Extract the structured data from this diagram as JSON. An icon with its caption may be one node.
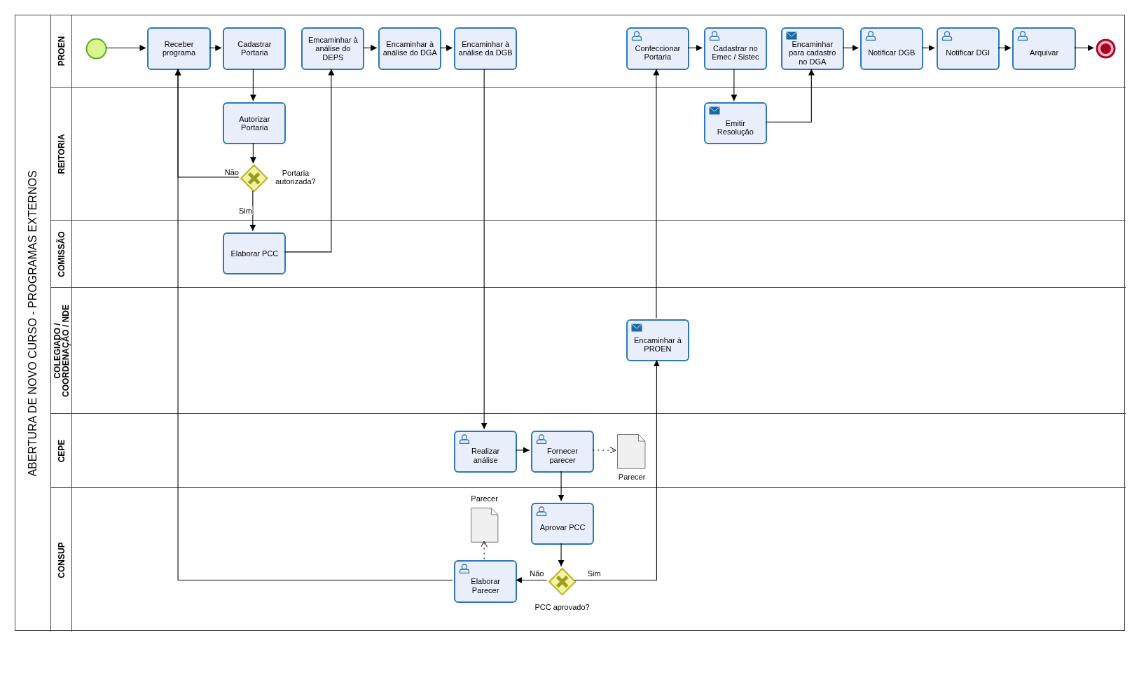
{
  "diagram": {
    "nodes": [
      {
        "text": [
          "ABERTURA DE NOVO CURSO - PROGRAMAS EXTERNOS"
        ]
      },
      {
        "text": [
          "PROEN"
        ],
        "in": 0
      },
      {
        "text": [
          "REITORIA"
        ],
        "in": 0
      },
      {
        "text": [
          "COMISSÃO"
        ],
        "in": 0
      },
      {
        "text": [
          "COLEGIADO / COORDENAÇÃO / NDE"
        ],
        "in": 0
      },
      {
        "text": [
          "CEPE"
        ],
        "in": 0
      },
      {
        "text": [
          "CONSUP"
        ],
        "in": 0
      },
      {
        "text": [],
        "shape": "circle",
        "in": 1
      },
      {
        "text": [
          "Receber programa"
        ],
        "in": 1
      },
      {
        "text": [
          "Cadastrar Portaria"
        ],
        "in": 1
      },
      {
        "text": [
          "Emcaminhar à análise do DEPS"
        ],
        "in": 1
      },
      {
        "text": [
          "Encaminhar à análise do DGA"
        ],
        "in": 1
      },
      {
        "text": [
          "Encaminhar à análise da DGB"
        ],
        "in": 1
      },
      {
        "text": [
          "Confeccionar Portaria"
        ],
        "in": 1
      },
      {
        "text": [
          "Cadastrar no Emec / Sistec"
        ],
        "in": 1
      },
      {
        "text": [
          "Encaminhar para cadastro no DGA"
        ],
        "in": 1
      },
      {
        "text": [
          "Notificar DGB"
        ],
        "in": 1
      },
      {
        "text": [
          "Notificar DGI"
        ],
        "in": 1
      },
      {
        "text": [
          "Arquivar"
        ],
        "in": 1
      },
      {
        "text": [],
        "shape": "circle",
        "in": 1
      },
      {
        "text": [
          "Autorizar Portaria"
        ],
        "in": 2
      },
      {
        "text": [],
        "shape": "diamond",
        "beside": [
          "Portaria autorizada?"
        ],
        "in": 2
      },
      {
        "text": [
          "Emitir Resolução"
        ],
        "in": 2
      },
      {
        "text": [
          "Elaborar PCC"
        ],
        "in": 3
      },
      {
        "text": [
          "Encaminhar à PROEN"
        ],
        "in": 4
      },
      {
        "text": [
          "Realizar análise"
        ],
        "in": 5
      },
      {
        "text": [
          "Fornecer parecer"
        ],
        "in": 5
      },
      {
        "text": [],
        "shape": "document",
        "beside": [
          "Parecer"
        ],
        "in": 5
      },
      {
        "text": [
          "Aprovar PCC"
        ],
        "in": 6
      },
      {
        "text": [],
        "shape": "diamond",
        "beside": [
          "PCC aprovado?"
        ],
        "in": 6
      },
      {
        "text": [
          "Elaborar Parecer"
        ],
        "in": 6
      },
      {
        "text": [],
        "shape": "document",
        "beside": [
          "Parecer"
        ],
        "in": 6
      }
    ],
    "edges": [
      {
        "from": 7,
        "to": 8,
        "arrow": "to"
      },
      {
        "from": 8,
        "to": 9,
        "arrow": "to"
      },
      {
        "from": 9,
        "to": 20,
        "arrow": "to"
      },
      {
        "from": 20,
        "to": 21,
        "arrow": "to"
      },
      {
        "from": 21,
        "to": 8,
        "arrow": "to",
        "label": "Não"
      },
      {
        "from": 21,
        "to": 23,
        "arrow": "to",
        "label": "Sim"
      },
      {
        "from": 23,
        "to": 10,
        "arrow": "to"
      },
      {
        "from": 10,
        "to": 11,
        "arrow": "to"
      },
      {
        "from": 11,
        "to": 12,
        "arrow": "to"
      },
      {
        "from": 12,
        "to": 25,
        "arrow": "to"
      },
      {
        "from": 25,
        "to": 26,
        "arrow": "to"
      },
      {
        "from": 26,
        "to": 27,
        "arrow": "to",
        "style": "dashed"
      },
      {
        "from": 26,
        "to": 28,
        "arrow": "to"
      },
      {
        "from": 28,
        "to": 29,
        "arrow": "to"
      },
      {
        "from": 29,
        "to": 30,
        "arrow": "to",
        "label": "Não"
      },
      {
        "from": 29,
        "to": 24,
        "arrow": "to",
        "label": "Sim"
      },
      {
        "from": 30,
        "to": 8,
        "arrow": "to"
      },
      {
        "from": 30,
        "to": 31,
        "arrow": "to",
        "style": "dashed"
      },
      {
        "from": 24,
        "to": 13,
        "arrow": "to"
      },
      {
        "from": 13,
        "to": 14,
        "arrow": "to"
      },
      {
        "from": 14,
        "to": 22,
        "arrow": "to"
      },
      {
        "from": 22,
        "to": 15,
        "arrow": "to"
      },
      {
        "from": 15,
        "to": 16,
        "arrow": "to"
      },
      {
        "from": 16,
        "to": 17,
        "arrow": "to"
      },
      {
        "from": 17,
        "to": 18,
        "arrow": "to"
      },
      {
        "from": 18,
        "to": 19,
        "arrow": "to"
      }
    ]
  }
}
